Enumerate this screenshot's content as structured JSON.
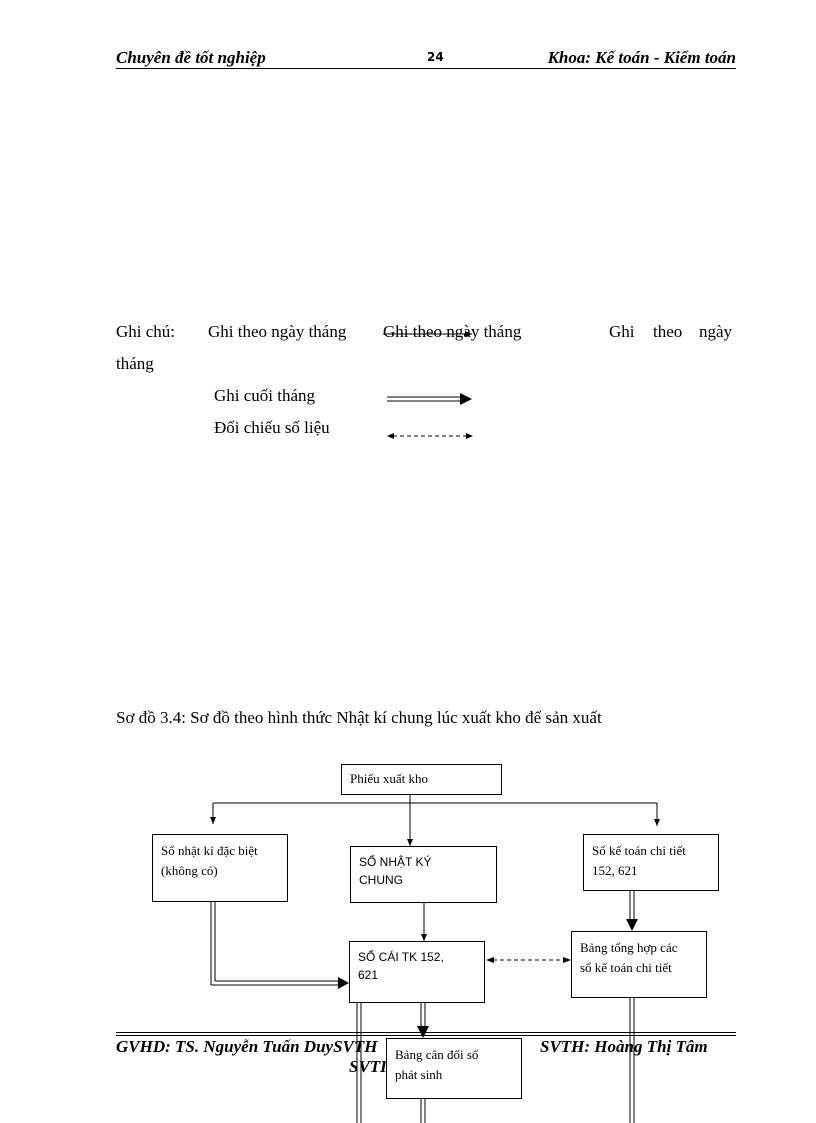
{
  "header": {
    "left": "Chuyên  đề tốt nghiệp",
    "page": "24",
    "right": "Khoa:  Kế toán - Kiểm toán"
  },
  "legend": {
    "label": "Ghi chú:",
    "item1": "Ghi theo ngày tháng",
    "item2": "Ghi theo ngày tháng",
    "item3_a": "Ghi",
    "item3_b": "theo",
    "item3_c": "ngày",
    "item3_cont": "tháng",
    "end_month": "Ghi cuối tháng",
    "reconcile": "Đối chiếu số liệu"
  },
  "diagram": {
    "caption": "Sơ đồ 3.4: Sơ đồ theo hình thức Nhật kí chung lúc xuất kho để sản xuất",
    "issue_slip": "Phiếu xuất kho",
    "special_journal_1": "Sổ nhật kí đặc biệt",
    "special_journal_2": "(không có)",
    "general_journal_1": "SỔ NHẬT KÝ",
    "general_journal_2": "CHUNG",
    "detail_ledger_1": "Sổ kế toán chi tiết",
    "detail_ledger_2": "152, 621",
    "general_ledger_1": "SỔ CÁI TK 152,",
    "general_ledger_2": "621",
    "summary_table_1": "Bảng tổng hợp các",
    "summary_table_2": "sổ kế toán chi tiết",
    "trial_balance_1": "Bảng cân đối số",
    "trial_balance_2": "phát sinh"
  },
  "footer": {
    "left": "GVHD:  TS. Nguyễn  Tuấn  DuySVTH",
    "right": "SVTH:  Hoàng  Thị  Tâm",
    "second": "SVTI"
  }
}
